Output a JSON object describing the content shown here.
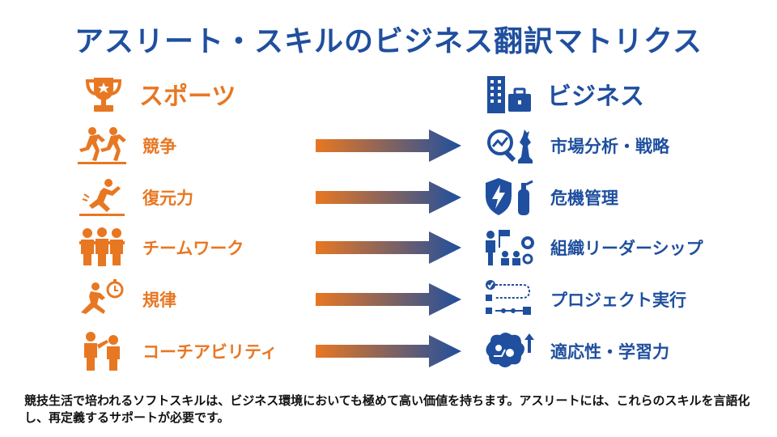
{
  "title": "アスリート・スキルのビジネス翻訳マトリクス",
  "sports_header": "スポーツ",
  "business_header": "ビジネス",
  "colors": {
    "sports": "#e87722",
    "business": "#1f4f9e"
  },
  "rows": [
    {
      "sport": "競争",
      "sport_icon": "runners-racing-icon",
      "business": "市場分析・戦略",
      "business_icon": "analytics-chess-icon"
    },
    {
      "sport": "復元力",
      "sport_icon": "falling-athlete-icon",
      "business": "危機管理",
      "business_icon": "shield-extinguisher-icon"
    },
    {
      "sport": "チームワーク",
      "sport_icon": "team-huddle-icon",
      "business": "組織リーダーシップ",
      "business_icon": "leader-team-icon"
    },
    {
      "sport": "規律",
      "sport_icon": "stopwatch-stretch-icon",
      "business": "プロジェクト実行",
      "business_icon": "workflow-icon"
    },
    {
      "sport": "コーチアビリティ",
      "sport_icon": "coach-icon",
      "business": "適応性・学習力",
      "business_icon": "brain-gear-icon"
    }
  ],
  "footer": "競技生活で培われるソフトスキルは、ビジネス環境においても極めて高い価値を持ちます。アスリートには、これらのスキルを言語化し、再定義するサポートが必要です。"
}
